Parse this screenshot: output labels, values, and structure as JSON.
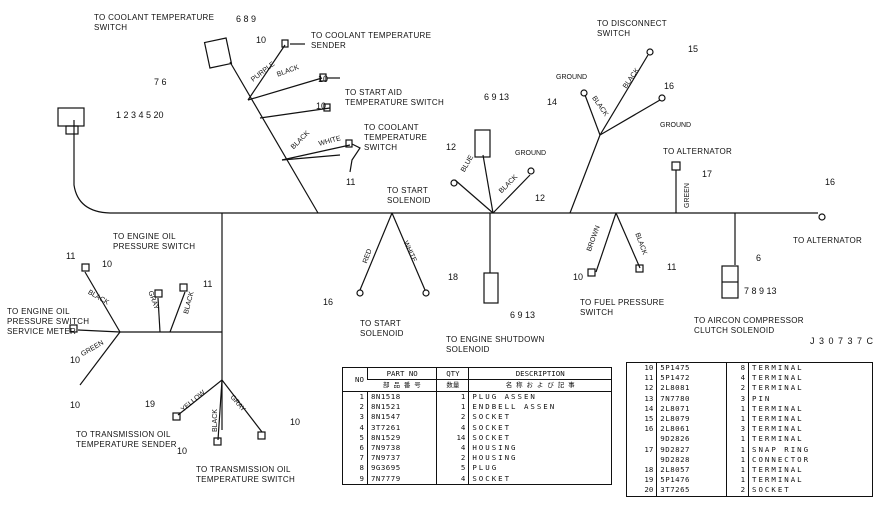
{
  "drawing_no": "J 3 0 7 3 7 C",
  "callouts": {
    "coolant_temp_switch": "TO COOLANT TEMPERATURE\nSWITCH",
    "coolant_temp_sender": "TO COOLANT TEMPERATURE\nSENDER",
    "start_aid_temp_switch": "TO START AID\nTEMPERATURE SWITCH",
    "coolant_temp_switch_2": "TO COOLANT\nTEMPERATURE\nSWITCH",
    "disconnect_switch": "TO DISCONNECT\nSWITCH",
    "alternator_1": "TO ALTERNATOR",
    "alternator_2": "TO ALTERNATOR",
    "start_solenoid_1": "TO START\nSOLENOID",
    "engine_oil_pressure_switch": "TO ENGINE OIL\nPRESSURE SWITCH",
    "engine_oil_pressure_meter": "TO ENGINE OIL\nPRESSURE SWITCH\nSERVICE METER",
    "start_solenoid_2": "TO START\nSOLENOID",
    "engine_shutdown_solenoid": "TO ENGINE SHUTDOWN\nSOLENOID",
    "fuel_pressure_switch": "TO FUEL PRESSURE\nSWITCH",
    "aircon_compressor": "TO AIRCON COMPRESSOR\nCLUTCH SOLENOID",
    "transmission_oil_temp_sender": "TO TRANSMISSION OIL\nTEMPERATURE SENDER",
    "transmission_oil_temp_switch": "TO TRANSMISSION OIL\nTEMPERATURE SWITCH"
  },
  "item_numbers": {
    "n689_top": "6 8 9",
    "n76": "7 6",
    "n10_a": "10",
    "n10_b": "10",
    "n10_c": "10",
    "n11_a": "11",
    "n12345": "1 2 3 4 5 20",
    "n6913_a": "6 9 13",
    "n12_a": "12",
    "n12_b": "12",
    "n15": "15",
    "n14": "14",
    "n16_a": "16",
    "n17": "17",
    "n16_b": "16",
    "n11_b": "11",
    "n10_d": "10",
    "n11_c": "11",
    "n10_e": "10",
    "n16_c": "16",
    "n18": "18",
    "n6913_b": "6 9 13",
    "n10_f": "10",
    "n11_d": "11",
    "n6_r": "6",
    "n78913": "7 8 9 13",
    "n10_g": "10",
    "n19": "19",
    "n10_h": "10",
    "n10_i": "10"
  },
  "wire_labels": {
    "purple": "PURPLE",
    "black_1": "BLACK",
    "black_2": "BLACK",
    "white_1": "WHITE",
    "blue": "BLUE",
    "black_3": "BLACK",
    "ground_1": "GROUND",
    "ground_2": "GROUND",
    "ground_3": "GROUND",
    "black_4": "BLACK",
    "black_5": "BLACK",
    "green_1": "GREEN",
    "red": "RED",
    "white_2": "WHITE",
    "brown": "BROWN",
    "black_6": "BLACK",
    "black_7": "BLACK",
    "gray_1": "GRAY",
    "black_8": "BLACK",
    "green_2": "GREEN",
    "yellow": "YELLOW",
    "black_9": "BLACK",
    "gray_2": "GRAY"
  },
  "parts_table_1": {
    "headers": {
      "no": "NO",
      "part_no": "PART NO",
      "part_no_jp": "部 品 番 号",
      "qty": "QTY",
      "qty_jp": "数量",
      "desc": "DESCRIPTION",
      "desc_jp": "名 称 お よ び 記 事"
    },
    "rows": [
      {
        "no": "1",
        "part": "8N1518",
        "qty": "1",
        "desc": "PLUG ASSEN"
      },
      {
        "no": "2",
        "part": "8N1521",
        "qty": "1",
        "desc": "ENDBELL ASSEN"
      },
      {
        "no": "3",
        "part": "8N1547",
        "qty": "2",
        "desc": "SOCKET"
      },
      {
        "no": "4",
        "part": "3T7261",
        "qty": "4",
        "desc": "SOCKET"
      },
      {
        "no": "5",
        "part": "8N1529",
        "qty": "14",
        "desc": "SOCKET"
      },
      {
        "no": "6",
        "part": "7N9738",
        "qty": "4",
        "desc": "HOUSING"
      },
      {
        "no": "7",
        "part": "7N9737",
        "qty": "2",
        "desc": "HOUSING"
      },
      {
        "no": "8",
        "part": "9G3695",
        "qty": "5",
        "desc": "PLUG"
      },
      {
        "no": "9",
        "part": "7N7779",
        "qty": "4",
        "desc": "SOCKET"
      }
    ]
  },
  "parts_table_2": {
    "rows": [
      {
        "no": "10",
        "part": "5P1475",
        "qty": "8",
        "desc": "TERMINAL"
      },
      {
        "no": "11",
        "part": "5P1472",
        "qty": "4",
        "desc": "TERMINAL"
      },
      {
        "no": "12",
        "part": "2L8081",
        "qty": "2",
        "desc": "TERMINAL"
      },
      {
        "no": "13",
        "part": "7N7780",
        "qty": "3",
        "desc": "PIN"
      },
      {
        "no": "14",
        "part": "2L8071",
        "qty": "1",
        "desc": "TERMINAL"
      },
      {
        "no": "15",
        "part": "2L8079",
        "qty": "1",
        "desc": "TERMINAL"
      },
      {
        "no": "16",
        "part": "2L8061",
        "qty": "3",
        "desc": "TERMINAL"
      },
      {
        "no": "",
        "part": "9D2826",
        "qty": "1",
        "desc": "TERMINAL"
      },
      {
        "no": "17",
        "part": "9D2827",
        "qty": "1",
        "desc": "SNAP RING"
      },
      {
        "no": "",
        "part": "9D2828",
        "qty": "1",
        "desc": "CONNECTOR"
      },
      {
        "no": "18",
        "part": "2L8057",
        "qty": "1",
        "desc": "TERMINAL"
      },
      {
        "no": "19",
        "part": "5P1476",
        "qty": "1",
        "desc": "TERMINAL"
      },
      {
        "no": "20",
        "part": "3T7265",
        "qty": "2",
        "desc": "SOCKET"
      }
    ]
  }
}
